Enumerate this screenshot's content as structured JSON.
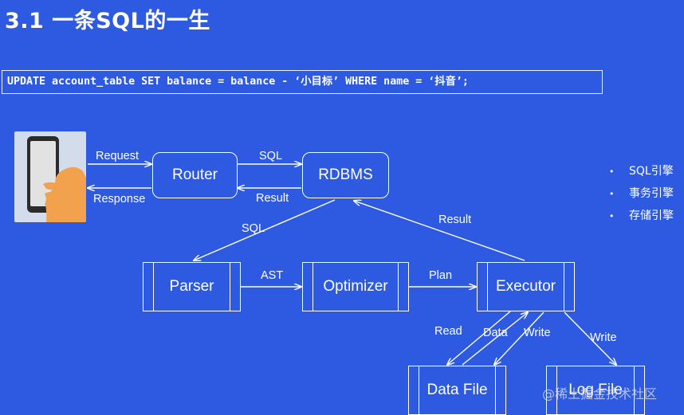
{
  "title": "3.1 一条SQL的一生",
  "sql_statement": "UPDATE account_table SET balance = balance - ‘小目标’ WHERE name = ‘抖音’;",
  "nodes": {
    "router": "Router",
    "rdbms": "RDBMS",
    "parser": "Parser",
    "optimizer": "Optimizer",
    "executor": "Executor",
    "data_file": "Data File",
    "log_file": "Log File"
  },
  "edge_labels": {
    "request": "Request",
    "response": "Response",
    "sql_router_rdbms": "SQL",
    "result_rdbms_router": "Result",
    "sql_rdbms_parser": "SQL",
    "result_executor_rdbms": "Result",
    "ast": "AST",
    "plan": "Plan",
    "read": "Read",
    "data": "Data",
    "write_data": "Write",
    "write_log": "Write"
  },
  "bullets": [
    "SQL引擎",
    "事务引擎",
    "存储引擎"
  ],
  "bullet_glyph": "•",
  "watermark": "@稀土掘金技术社区",
  "colors": {
    "background": "#2d5ae0",
    "foreground": "#ffffff",
    "phone_panel": "#d3dceb",
    "phone_body": "#2b2b2b",
    "phone_screen": "#e2e2e2",
    "hand": "#f2a14c"
  }
}
